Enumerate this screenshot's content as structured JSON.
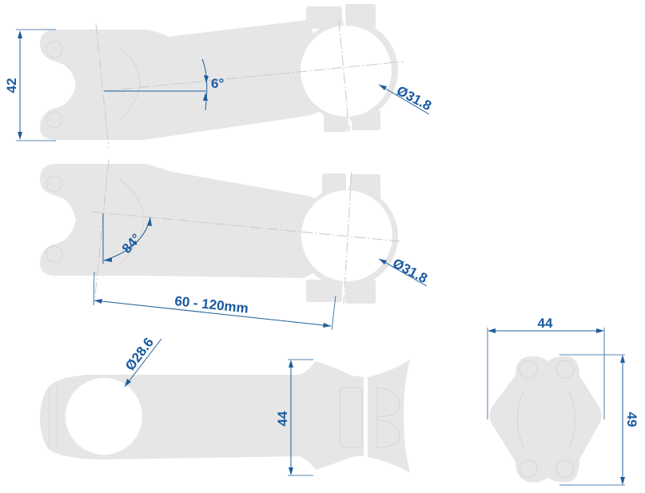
{
  "drawing": {
    "subject": "Bicycle stem technical drawing",
    "colors": {
      "part_fill": "#e6e6e6",
      "dimension_blue": "#1a5aa0",
      "background": "#ffffff"
    },
    "views": [
      {
        "id": "side-view-top",
        "dimensions": {
          "height": "42",
          "angle": "6°",
          "bar_clamp_diameter": "Ø31.8"
        }
      },
      {
        "id": "side-view-middle",
        "dimensions": {
          "angle": "84°",
          "length": "60 - 120mm",
          "bar_clamp_diameter": "Ø31.8"
        }
      },
      {
        "id": "top-view",
        "dimensions": {
          "steerer_diameter": "Ø28.6",
          "clamp_height": "44"
        }
      },
      {
        "id": "front-view",
        "dimensions": {
          "width": "44",
          "height": "49"
        }
      }
    ]
  }
}
